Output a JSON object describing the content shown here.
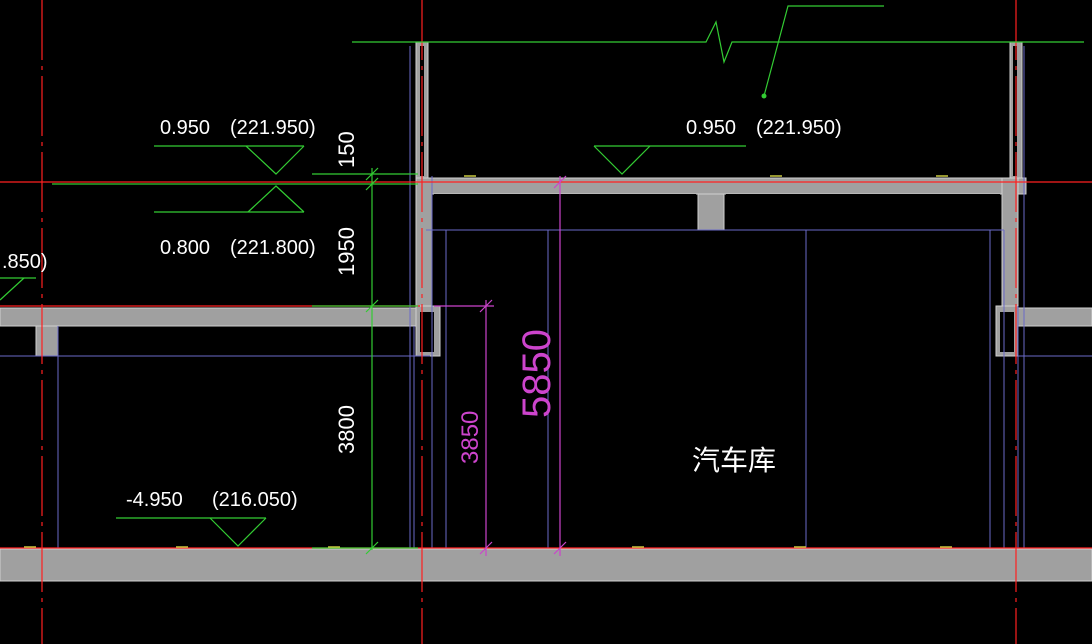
{
  "drawing": {
    "colors": {
      "background": "#000000",
      "axis_red": "#ff2020",
      "level_green": "#33cc33",
      "dimension_magenta": "#cc44cc",
      "structure_gray": "#a0a0a0",
      "guide_blue": "#6a6ac8",
      "text_white": "#ffffff"
    },
    "level_marks": {
      "left_top": {
        "elevation": "0.950",
        "absolute": "(221.950)"
      },
      "left_mid": {
        "elevation": "0.800",
        "absolute": "(221.800)"
      },
      "left_edge": {
        "elevation": ".850)"
      },
      "right_top": {
        "elevation": "0.950",
        "absolute": "(221.950)"
      },
      "bottom": {
        "elevation": "-4.950",
        "absolute": "(216.050)"
      }
    },
    "dimensions": {
      "d150": "150",
      "d1950": "1950",
      "d3800": "3800",
      "d3850": "3850",
      "d5850": "5850"
    },
    "room": {
      "label": "汽车库"
    }
  }
}
